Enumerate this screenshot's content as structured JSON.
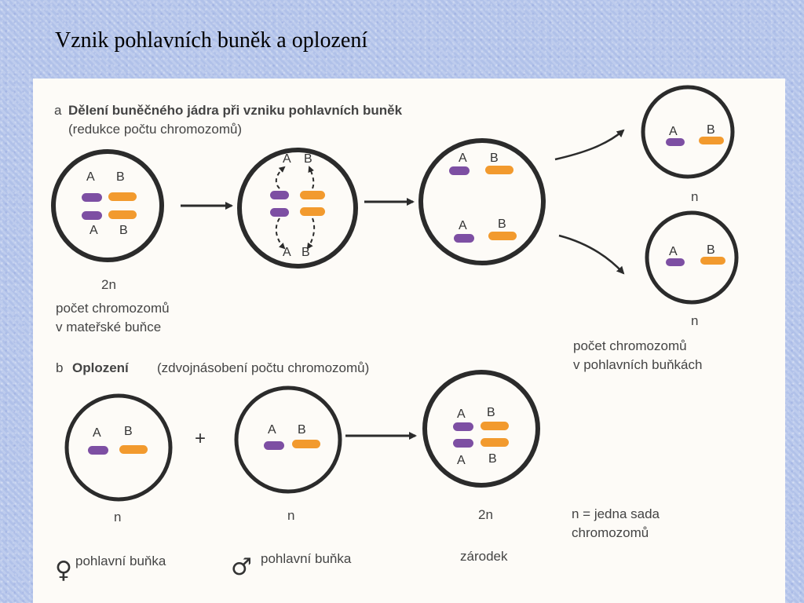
{
  "title": "Vznik pohlavních buněk a oplození",
  "section_a": {
    "letter": "a",
    "heading": "Dělení buněčného jádra při vzniku pohlavních buněk",
    "subheading": "(redukce počtu chromozomů)",
    "mother_label": "2n",
    "mother_caption_1": "počet chromozomů",
    "mother_caption_2": "v mateřské buňce",
    "gamete_label_top": "n",
    "gamete_label_bottom": "n",
    "gamete_caption_1": "počet chromozomů",
    "gamete_caption_2": "v pohlavních buňkách"
  },
  "section_b": {
    "letter": "b",
    "heading": "Oplození",
    "subheading": "(zdvojnásobení počtu chromozomů)",
    "plus": "+",
    "egg_label": "n",
    "sperm_label": "n",
    "zygote_label": "2n",
    "legend_1": "n = jedna sada",
    "legend_2": "chromozomů",
    "female_symbol": "♀",
    "female_caption": "pohlavní buňka",
    "male_symbol": "♂",
    "male_caption": "pohlavní buňka",
    "zygote_caption": "zárodek"
  },
  "genes": {
    "a": "A",
    "b": "B"
  },
  "colors": {
    "chrom_a": "#7d4fa3",
    "chrom_b": "#f29a2e",
    "ink": "#2b2b2b"
  }
}
